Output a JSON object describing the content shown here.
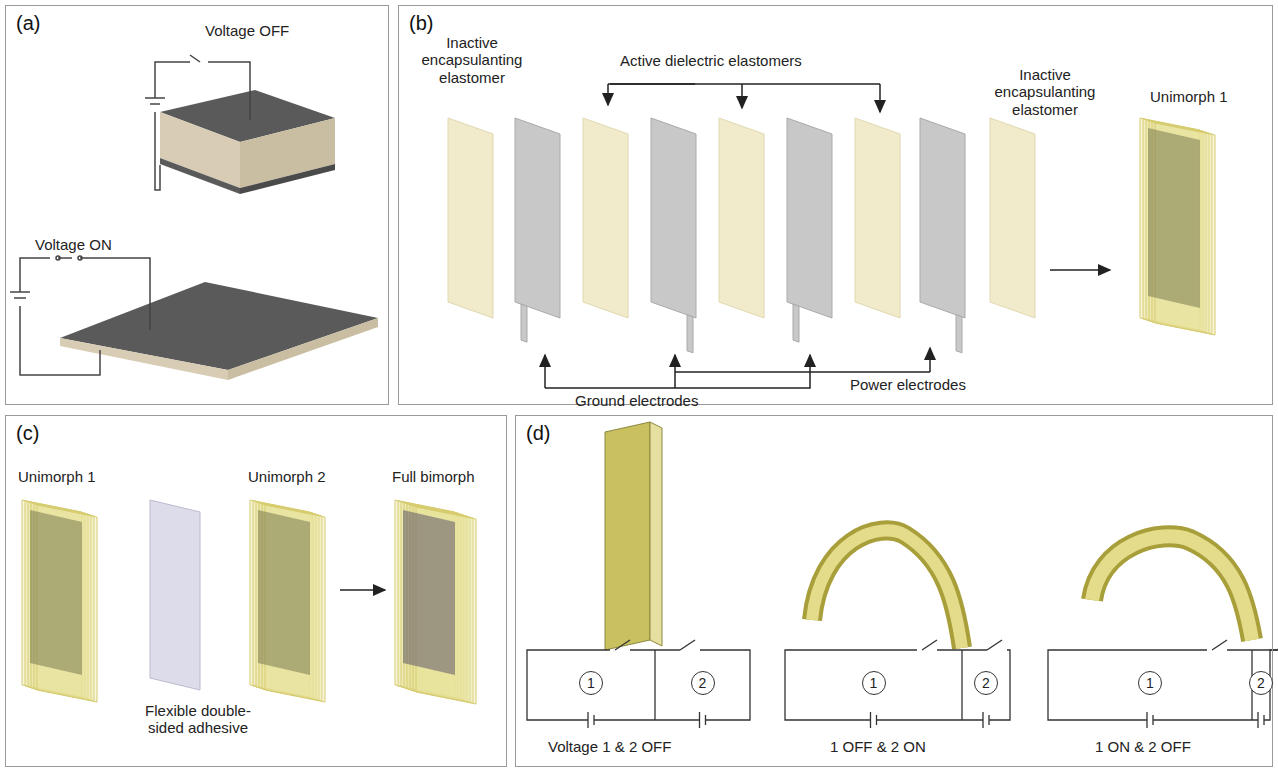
{
  "diagram": {
    "nodes": [
      {
        "text": [
          "(a)"
        ]
      },
      {
        "text": [
          "(b)"
        ]
      },
      {
        "text": [
          "(c)"
        ]
      },
      {
        "text": [
          "(d)"
        ]
      },
      {
        "text": [
          "1"
        ],
        "in": 3
      },
      {
        "text": [
          "2"
        ],
        "in": 3
      },
      {
        "text": [
          "1"
        ],
        "in": 3
      },
      {
        "text": [
          "2"
        ],
        "in": 3
      },
      {
        "text": [
          "1"
        ],
        "in": 3
      },
      {
        "text": [
          "2"
        ],
        "in": 3
      }
    ],
    "labels": [
      "Voltage OFF",
      "Voltage ON",
      "Inactive encapsulanting elastomer",
      "Active dielectric elastomers",
      "Inactive encapsulanting elastomer",
      "Unimorph 1",
      "Ground electrodes",
      "Power electrodes",
      "Unimorph 1",
      "Unimorph 2",
      "Full bimorph",
      "Flexible double-sided adhesive",
      "Voltage 1 & 2 OFF",
      "1 OFF & 2 ON",
      "1 ON & 2 OFF"
    ]
  }
}
